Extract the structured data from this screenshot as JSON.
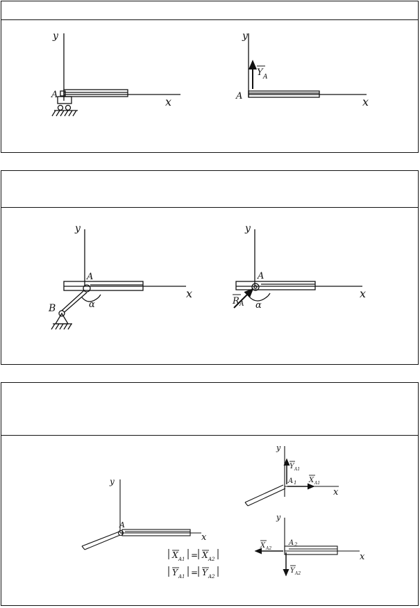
{
  "panel1": {
    "left": {
      "y": "y",
      "x": "x",
      "point": "A"
    },
    "right": {
      "y": "y",
      "x": "x",
      "point": "A",
      "force": "Y",
      "force_sub": "A"
    }
  },
  "panel2": {
    "left": {
      "y": "y",
      "x": "x",
      "point_a": "A",
      "point_b": "B",
      "angle": "α"
    },
    "right": {
      "y": "y",
      "x": "x",
      "point": "A",
      "force": "R",
      "force_sub": "A",
      "angle": "α"
    }
  },
  "panel3": {
    "main": {
      "y": "y",
      "x": "x",
      "point": "A"
    },
    "top": {
      "y": "y",
      "x": "x",
      "point": "A",
      "point_sub": "1",
      "fy": "Y",
      "fy_sub": "A1",
      "fx": "X",
      "fx_sub": "A1"
    },
    "bottom": {
      "y": "y",
      "x": "x",
      "point": "A",
      "point_sub": "2",
      "fy": "Y",
      "fy_sub": "A2",
      "fx": "X",
      "fx_sub": "A2"
    },
    "equations": [
      {
        "l": "X",
        "l_sub": "A1",
        "r": "X",
        "r_sub": "A2"
      },
      {
        "l": "Y",
        "l_sub": "A1",
        "r": "Y",
        "r_sub": "A2"
      }
    ]
  }
}
